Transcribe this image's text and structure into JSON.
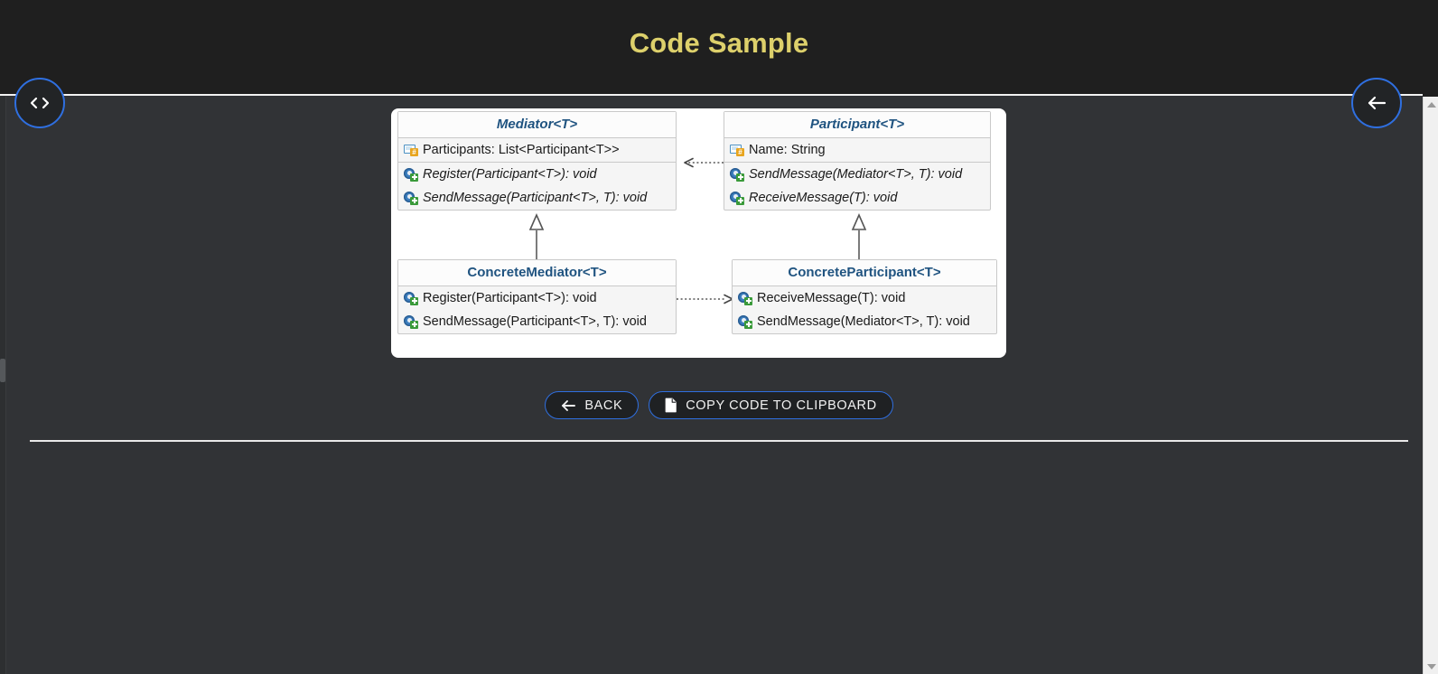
{
  "header": {
    "title": "Code Sample",
    "title_color": "#ddd06b",
    "background": "#1f1f1f"
  },
  "floating_buttons": [
    {
      "name": "code-view-button",
      "icon": "code-brackets-icon",
      "label": "<>"
    },
    {
      "name": "back-navigation-button",
      "icon": "arrow-left-icon",
      "label": "←"
    }
  ],
  "diagram": {
    "type": "uml-class-diagram",
    "pattern": "Mediator",
    "title_color": "#1f5380",
    "classes": [
      {
        "id": "mediator",
        "name": "Mediator<T>",
        "abstract": true,
        "properties": [
          {
            "icon": "property-icon",
            "text": "Participants: List<Participant<T>>"
          }
        ],
        "methods": [
          {
            "icon": "method-icon",
            "text": "Register(Participant<T>): void"
          },
          {
            "icon": "method-icon",
            "text": "SendMessage(Participant<T>, T): void"
          }
        ]
      },
      {
        "id": "participant",
        "name": "Participant<T>",
        "abstract": true,
        "properties": [
          {
            "icon": "property-icon",
            "text": "Name: String"
          }
        ],
        "methods": [
          {
            "icon": "method-icon",
            "text": "SendMessage(Mediator<T>, T): void"
          },
          {
            "icon": "method-icon",
            "text": "ReceiveMessage(T): void"
          }
        ]
      },
      {
        "id": "concrete-mediator",
        "name": "ConcreteMediator<T>",
        "abstract": false,
        "properties": [],
        "methods": [
          {
            "icon": "method-icon",
            "text": "Register(Participant<T>): void"
          },
          {
            "icon": "method-icon",
            "text": "SendMessage(Participant<T>, T): void"
          }
        ]
      },
      {
        "id": "concrete-participant",
        "name": "ConcreteParticipant<T>",
        "abstract": false,
        "properties": [],
        "methods": [
          {
            "icon": "method-icon",
            "text": "ReceiveMessage(T): void"
          },
          {
            "icon": "method-icon",
            "text": "SendMessage(Mediator<T>, T): void"
          }
        ]
      }
    ],
    "relations": [
      {
        "from": "participant",
        "to": "mediator",
        "kind": "dependency",
        "style": "dotted-open-arrow"
      },
      {
        "from": "concrete-mediator",
        "to": "mediator",
        "kind": "inheritance",
        "style": "solid-hollow-triangle"
      },
      {
        "from": "concrete-participant",
        "to": "participant",
        "kind": "inheritance",
        "style": "solid-hollow-triangle"
      },
      {
        "from": "concrete-mediator",
        "to": "concrete-participant",
        "kind": "dependency",
        "style": "dotted-open-arrow"
      }
    ]
  },
  "actions": {
    "back": {
      "label": "BACK",
      "icon": "arrow-left-icon"
    },
    "copy": {
      "label": "COPY CODE TO CLIPBOARD",
      "icon": "copy-file-icon"
    },
    "accent_color": "#2f6fe0"
  },
  "scrollbar": {
    "position": "right",
    "visible": true
  }
}
